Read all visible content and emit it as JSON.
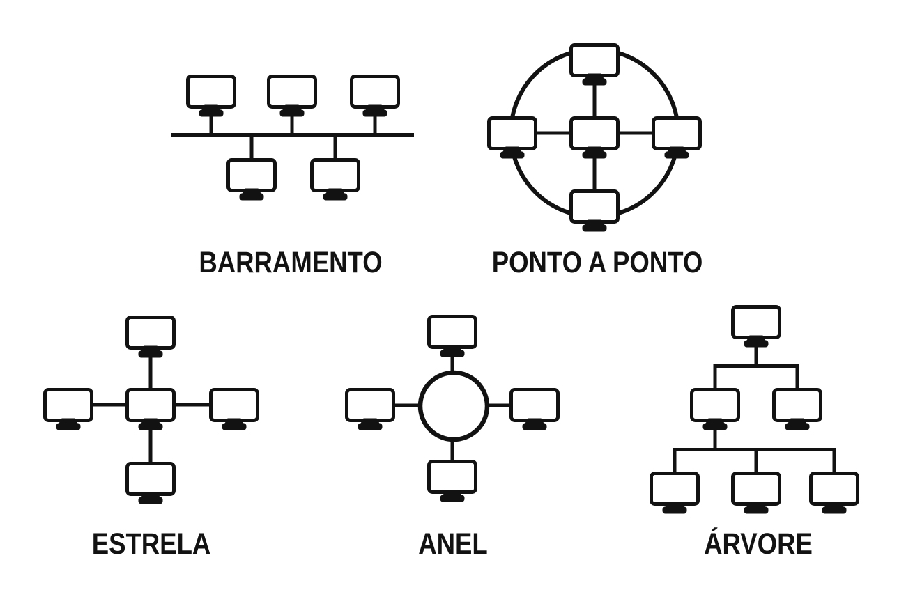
{
  "figure": {
    "title_implicit": "Network topology diagrams",
    "background_color": "#ffffff",
    "ink_color": "#121212"
  },
  "topologies": [
    {
      "id": "barramento",
      "label": "BARRAMENTO",
      "type": "bus",
      "computers": 5
    },
    {
      "id": "ponto-a-ponto",
      "label": "PONTO A PONTO",
      "type": "point-to-point",
      "computers": 5
    },
    {
      "id": "estrela",
      "label": "ESTRELA",
      "type": "star",
      "computers": 5
    },
    {
      "id": "anel",
      "label": "ANEL",
      "type": "ring",
      "computers": 4
    },
    {
      "id": "arvore",
      "label": "ÁRVORE",
      "type": "tree",
      "computers": 6
    }
  ]
}
